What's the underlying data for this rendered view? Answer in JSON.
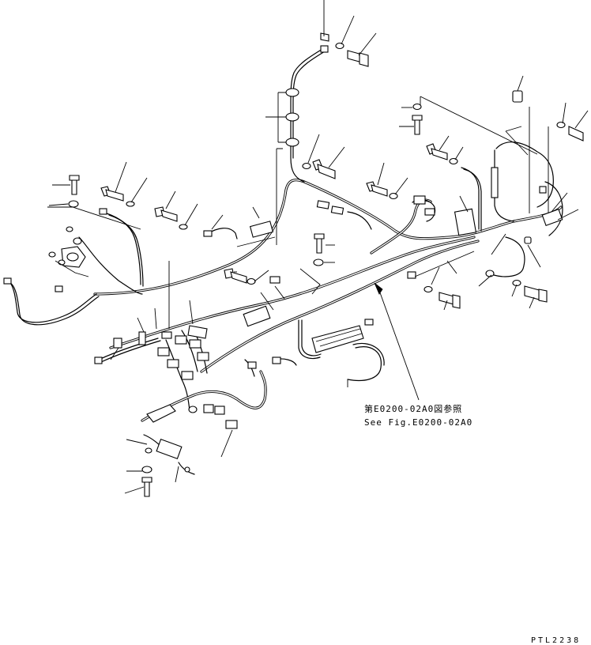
{
  "reference": {
    "line_jp": "第E0200-02A0図参照",
    "line_en": "See Fig.E0200-02A0"
  },
  "drawing_code": "PTL2238"
}
